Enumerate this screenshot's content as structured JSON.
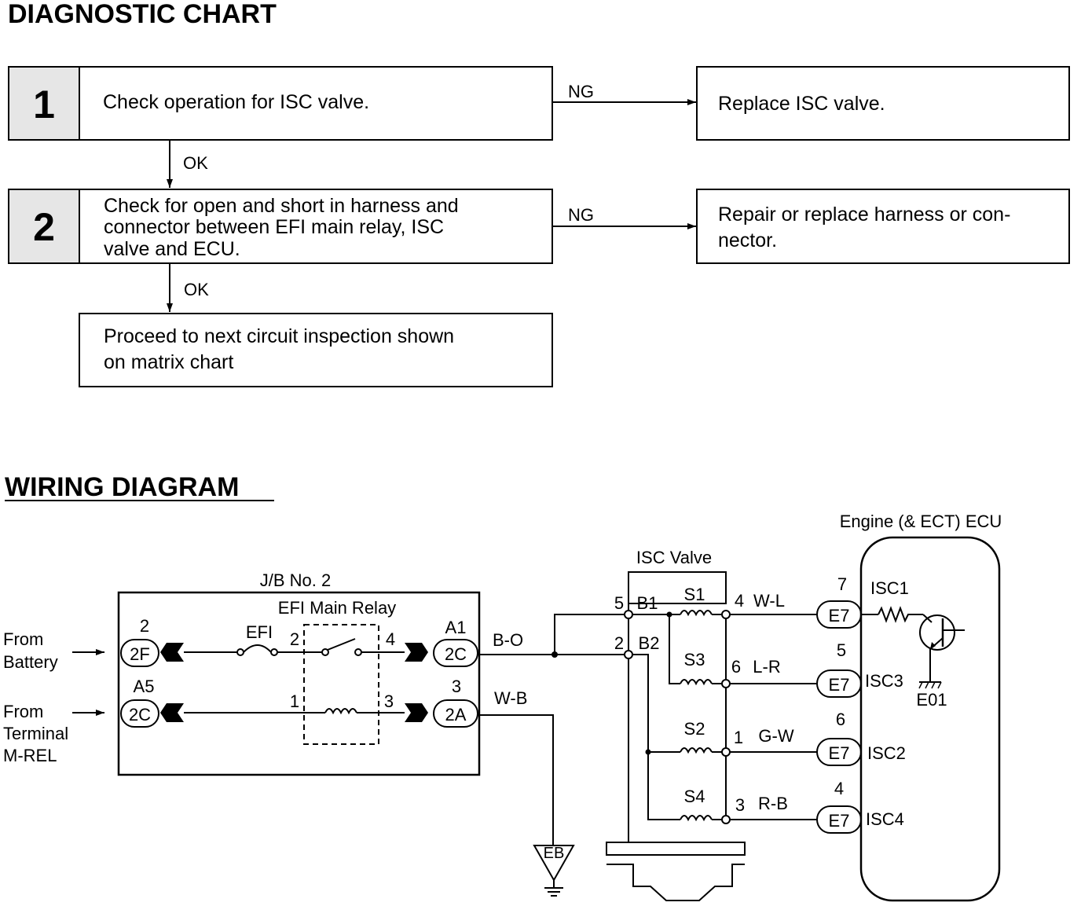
{
  "diagnostic": {
    "title": "DIAGNOSTIC CHART",
    "steps": [
      {
        "number": "1",
        "lines": [
          "Check operation for ISC valve."
        ]
      },
      {
        "number": "2",
        "lines": [
          "Check for open and short in harness and",
          "connector between EFI main relay, ISC",
          "valve and ECU."
        ]
      }
    ],
    "ng_actions": [
      {
        "lines": [
          "Replace ISC valve."
        ]
      },
      {
        "lines": [
          "Repair or replace harness or con-",
          "nector."
        ]
      }
    ],
    "final": {
      "lines": [
        "Proceed to next circuit inspection shown",
        "on matrix chart"
      ]
    },
    "ng_label": "NG",
    "ok_label": "OK"
  },
  "wiring": {
    "title": "WIRING DIAGRAM",
    "jb": {
      "title": "J/B No. 2",
      "relay_title": "EFI Main Relay",
      "fuse": "EFI",
      "pins": [
        "1",
        "2",
        "3",
        "4"
      ],
      "connectors_left": [
        {
          "pin": "2",
          "code": "2F"
        },
        {
          "pin": "A5",
          "code": "2C"
        }
      ],
      "connectors_right": [
        {
          "pin": "A1",
          "code": "2C"
        },
        {
          "pin": "3",
          "code": "2A"
        }
      ]
    },
    "inputs": [
      {
        "lines": [
          "From",
          "Battery"
        ]
      },
      {
        "lines": [
          "From",
          "Terminal",
          "M-REL"
        ]
      }
    ],
    "wires": {
      "b_o": "B-O",
      "w_b": "W-B"
    },
    "ground": "EB",
    "isc_valve": {
      "title": "ISC Valve",
      "terminals": [
        {
          "pin": "5",
          "name": "B1"
        },
        {
          "pin": "2",
          "name": "B2"
        }
      ],
      "coils": [
        {
          "name": "S1",
          "pin": "4",
          "wire": "W-L",
          "ecu_pin": "7",
          "ecu_conn": "E7",
          "ecu_term": "ISC1"
        },
        {
          "name": "S3",
          "pin": "6",
          "wire": "L-R",
          "ecu_pin": "5",
          "ecu_conn": "E7",
          "ecu_term": "ISC3"
        },
        {
          "name": "S2",
          "pin": "1",
          "wire": "G-W",
          "ecu_pin": "6",
          "ecu_conn": "E7",
          "ecu_term": "ISC2"
        },
        {
          "name": "S4",
          "pin": "3",
          "wire": "R-B",
          "ecu_pin": "4",
          "ecu_conn": "E7",
          "ecu_term": "ISC4"
        }
      ]
    },
    "ecu": {
      "title": "Engine (& ECT) ECU",
      "ground_label": "E01"
    }
  }
}
